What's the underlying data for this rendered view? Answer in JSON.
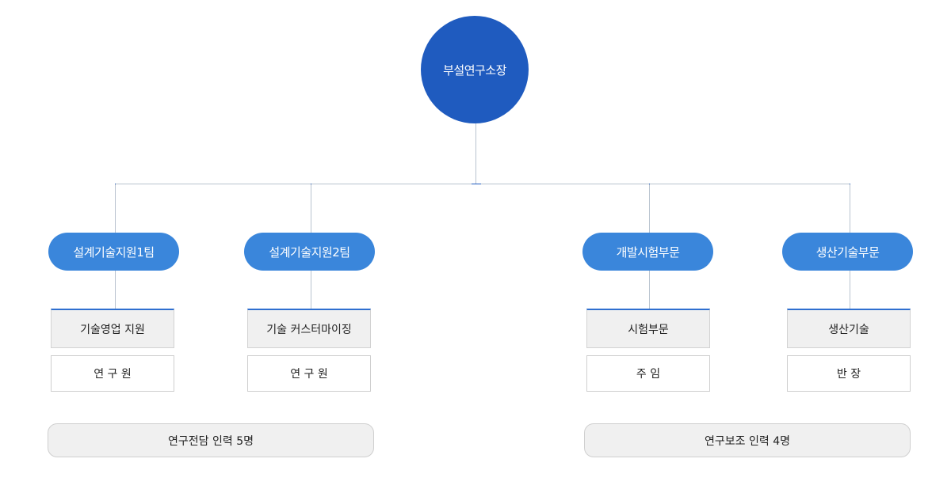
{
  "root": {
    "label": "부설연구소장"
  },
  "teams": [
    {
      "label": "설계기술지원1팀",
      "role": "기술영업 지원",
      "position": "연 구 원"
    },
    {
      "label": "설계기술지원2팀",
      "role": "기술 커스터마이징",
      "position": "연 구 원"
    },
    {
      "label": "개발시험부문",
      "role": "시험부문",
      "position": "주 임"
    },
    {
      "label": "생산기술부문",
      "role": "생산기술",
      "position": "반 장"
    }
  ],
  "summaries": [
    {
      "label": "연구전담 인력 5명"
    },
    {
      "label": "연구보조 인력 4명"
    }
  ],
  "colors": {
    "root": "#1f5bbf",
    "team": "#3a86db",
    "connector": "#b9c3cf",
    "accent": "#2f6fd0"
  }
}
